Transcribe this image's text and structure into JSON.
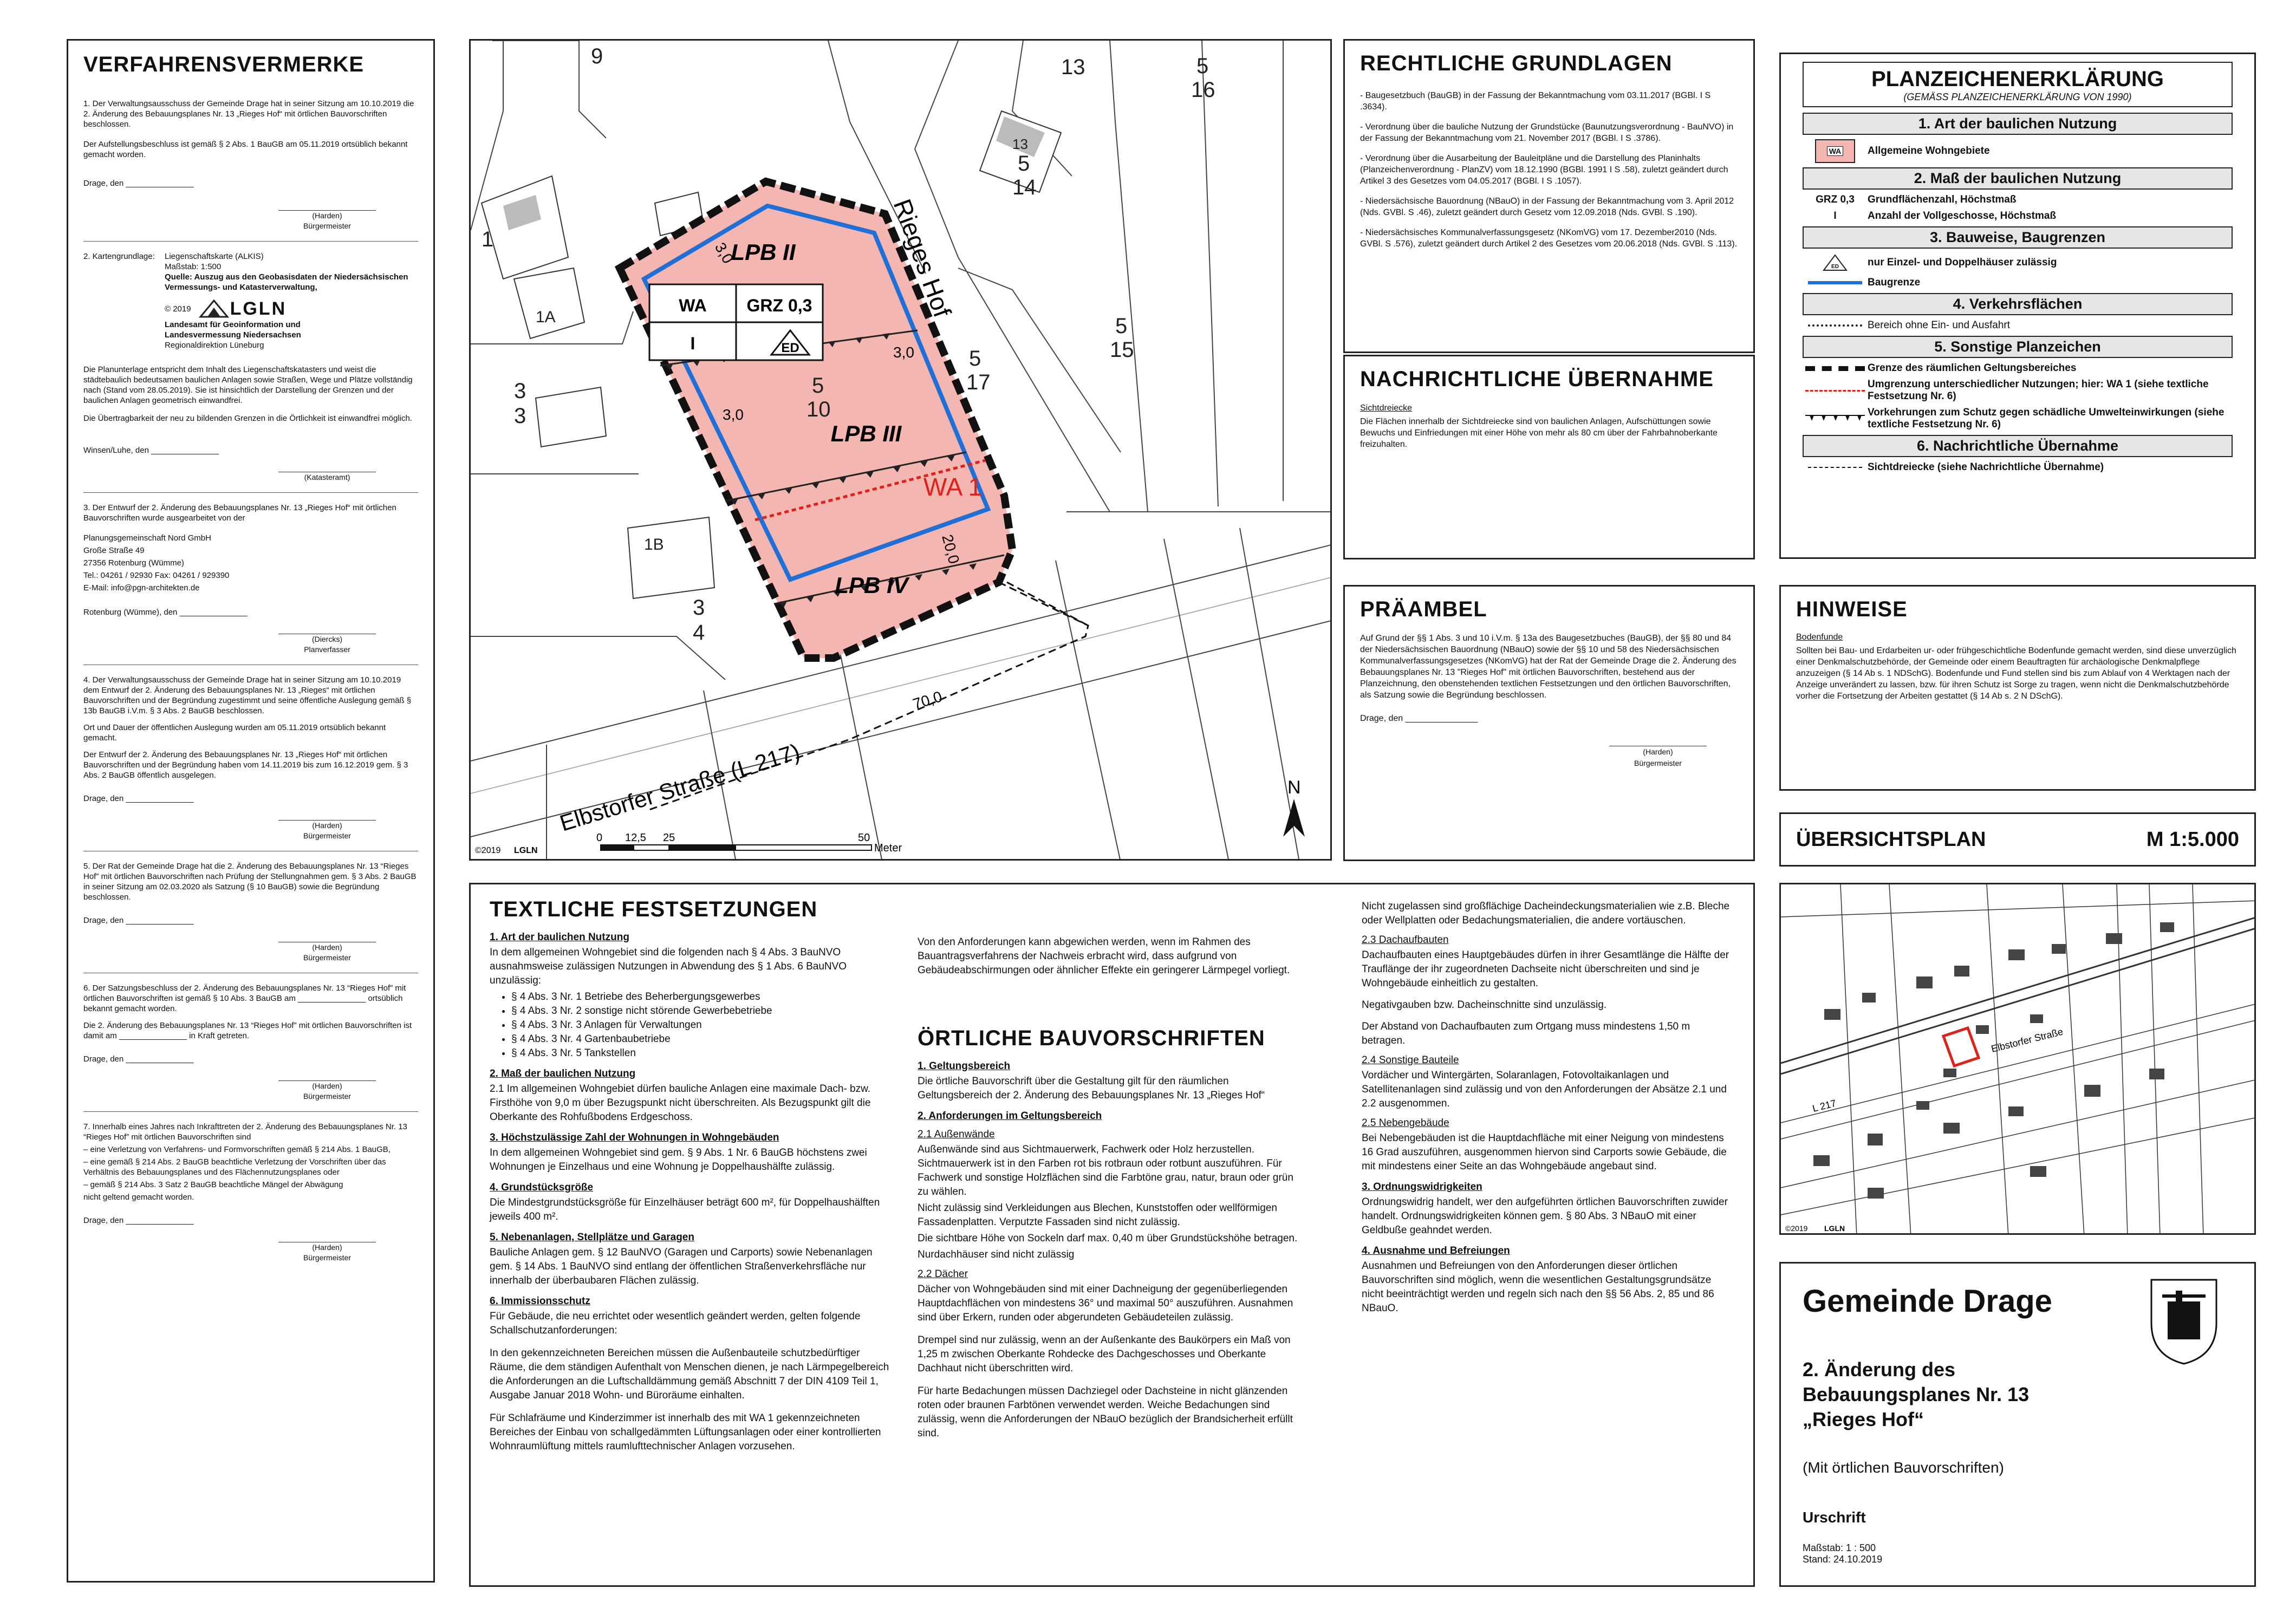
{
  "verfahren": {
    "title": "VERFAHRENSVERMERKE",
    "p1": "1. Der Verwaltungsausschuss der Gemeinde Drage hat in seiner Sitzung am 10.10.2019 die 2. Änderung des Bebauungsplanes Nr. 13 „Rieges Hof“ mit örtlichen Bauvorschriften beschlossen.",
    "p1b": "Der Aufstellungsbeschluss ist gemäß § 2 Abs. 1 BauGB am 05.11.2019 ortsüblich bekannt gemacht worden.",
    "drage_den": "Drage, den _______________",
    "harden": "(Harden)",
    "buergermeister": "Bürgermeister",
    "kg_label": "2. Kartengrundlage:",
    "kg_l1": "Liegenschaftskarte (ALKIS)",
    "kg_l2": "Maßstab: 1:500",
    "kg_l3": "Quelle: Auszug aus den Geobasisdaten der Niedersächsischen Vermessungs- und Katasterverwaltung,",
    "kg_copy": "© 2019",
    "lgln": "LGLN",
    "lgln_l1": "Landesamt für Geoinformation und Landesvermessung Niedersachsen",
    "lgln_l2": "Regionaldirektion Lüneburg",
    "kg_p": "Die Planunterlage entspricht dem Inhalt des Liegenschaftskatasters und weist die städtebaulich bedeutsamen baulichen Anlagen sowie Straßen, Wege und Plätze vollständig nach (Stand vom 28.05.2019). Sie ist hinsichtlich der Darstellung der Grenzen und der baulichen Anlagen geometrisch einwandfrei.",
    "kg_p2": "Die Übertragbarkeit der neu zu bildenden Grenzen in die Örtlichkeit ist einwandfrei möglich.",
    "winsen": "Winsen/Luhe, den _______________",
    "katasteramt": "(Katasteramt)",
    "p3": "3. Der Entwurf der 2. Änderung des Bebauungsplanes Nr. 13 „Rieges Hof“ mit örtlichen Bauvorschriften wurde ausgearbeitet von der",
    "pg1": "Planungsgemeinschaft Nord GmbH",
    "pg2": "Große Straße 49",
    "pg3": "27356 Rotenburg (Wümme)",
    "pg4": "Tel.: 04261 / 92930          Fax: 04261 / 929390",
    "pg5": "E-Mail: info@pgn-architekten.de",
    "rotenburg": "Rotenburg (Wümme), den _______________",
    "diercks": "(Diercks)",
    "planverfasser": "Planverfasser",
    "p4": "4. Der Verwaltungsausschuss der Gemeinde Drage hat in seiner Sitzung am 10.10.2019 dem Entwurf der 2. Änderung des Bebauungsplanes Nr. 13 „Rieges“ mit örtlichen Bauvorschriften und der Begründung zugestimmt und seine öffentliche Auslegung gemäß § 13b BauGB i.V.m. § 3 Abs. 2 BauGB beschlossen.",
    "p4b": "Ort und Dauer der öffentlichen Auslegung wurden am 05.11.2019 ortsüblich bekannt gemacht.",
    "p4c": "Der Entwurf der 2. Änderung des Bebauungsplanes Nr. 13 „Rieges Hof“ mit örtlichen Bauvorschriften und der Begründung haben vom 14.11.2019 bis zum 16.12.2019 gem. § 3 Abs. 2 BauGB öffentlich ausgelegen.",
    "p5": "5. Der Rat der Gemeinde Drage hat die 2. Änderung des Bebauungsplanes Nr. 13 “Rieges Hof” mit örtlichen Bauvorschriften nach Prüfung der Stellungnahmen gem. § 3 Abs. 2 BauGB in seiner Sitzung am 02.03.2020 als Satzung (§ 10 BauGB) sowie die Begründung beschlossen.",
    "p6": "6. Der Satzungsbeschluss der 2. Änderung des Bebauungsplanes Nr. 13 “Rieges Hof” mit örtlichen Bauvorschriften ist gemäß § 10 Abs. 3 BauGB am _______________ ortsüblich bekannt gemacht worden.",
    "p6b": "Die 2. Änderung des Bebauungsplanes Nr. 13 “Rieges Hof” mit örtlichen Bauvorschriften ist damit am _______________ in Kraft getreten.",
    "p7": "7. Innerhalb eines Jahres nach Inkrafttreten der 2. Änderung des Bebauungsplanes Nr. 13 “Rieges Hof” mit örtlichen Bauvorschriften sind",
    "p7a": "–    eine Verletzung von Verfahrens- und Formvorschriften gemäß § 214 Abs. 1 BauGB,",
    "p7b": "–    eine gemäß § 214 Abs. 2 BauGB beachtliche Verletzung der Vorschriften über das Verhältnis des Bebauungsplanes und des Flächennutzungsplanes oder",
    "p7c": "–    gemäß § 214 Abs. 3 Satz 2 BauGB beachtliche Mängel der Abwägung",
    "p7d": "nicht geltend gemacht worden."
  },
  "map": {
    "parcels": [
      "9",
      "13",
      "5",
      "16",
      "5",
      "14",
      "1",
      "1A",
      "13",
      "5",
      "15",
      "3",
      "3",
      "5",
      "10",
      "5",
      "17",
      "1B",
      "3",
      "4"
    ],
    "lpb2": "LPB II",
    "lpb3": "LPB III",
    "lpb4": "LPB IV",
    "wa1": "WA 1",
    "street": "Rieges Hof",
    "street2": "Elbstorfer Straße (L 217)",
    "nutz_wa": "WA",
    "nutz_grz": "GRZ 0,3",
    "nutz_i": "I",
    "nutz_ed": "ED",
    "dim_30a": "3,0",
    "dim_30b": "3,0",
    "dim_30c": "3,0",
    "dim_200": "20,0",
    "dim_700": "70,0",
    "north": "N",
    "copy": "©2019",
    "lgln": "LGLN",
    "scale_0": "0",
    "scale_125": "12,5",
    "scale_25": "25",
    "scale_50": "50",
    "scale_unit": "Meter"
  },
  "recht": {
    "title": "RECHTLICHE GRUNDLAGEN",
    "items": [
      "- Baugesetzbuch (BauGB) in der Fassung der Bekanntmachung vom 03.11.2017 (BGBl. I S .3634).",
      "- Verordnung über die bauliche Nutzung der Grundstücke (Baunutzungsverordnung - BauNVO) in der Fassung der Bekanntmachung vom 21. November 2017 (BGBl. I S .3786).",
      "- Verordnung über die Ausarbeitung der Bauleitpläne und die Darstellung des Planinhalts (Planzeichenverordnung - PlanZV) vom 18.12.1990 (BGBl. 1991 I S .58), zuletzt geändert durch Artikel 3 des Gesetzes vom 04.05.2017 (BGBl. I S .1057).",
      "- Niedersächsische Bauordnung (NBauO) in der Fassung der Bekanntmachung vom 3. April 2012 (Nds. GVBl. S .46), zuletzt geändert durch Gesetz vom 12.09.2018 (Nds. GVBl. S .190).",
      "- Niedersächsisches Kommunalverfassungsgesetz (NKomVG) vom 17. Dezember2010 (Nds. GVBl. S .576), zuletzt geändert durch Artikel 2 des Gesetzes vom 20.06.2018 (Nds. GVBl. S .113)."
    ]
  },
  "nachricht": {
    "title": "NACHRICHTLICHE ÜBERNAHME",
    "sub": "Sichtdreiecke",
    "text": "Die Flächen innerhalb der Sichtdreiecke sind von baulichen Anlagen, Aufschüttungen sowie Bewuchs und Einfriedungen mit einer Höhe von mehr als 80 cm über der Fahrbahnoberkante freizuhalten."
  },
  "praeambel": {
    "title": "PRÄAMBEL",
    "text": "Auf Grund der §§ 1 Abs. 3 und 10 i.V.m. § 13a des Baugesetzbuches (BauGB), der §§ 80 und 84 der Niedersächsischen Bauordnung (NBauO) sowie der §§ 10 und 58 des Niedersächsischen Kommunalverfassungsgesetzes (NKomVG) hat der Rat der Gemeinde Drage die 2. Änderung des Bebauungsplanes Nr. 13 \"Rieges Hof\" mit örtlichen Bauvorschriften, bestehend aus der Planzeichnung, den obenstehenden textlichen Festsetzungen und den örtlichen Bauvorschriften, als Satzung sowie die Begründung beschlossen.",
    "drage": "Drage, den _______________",
    "harden": "(Harden)",
    "bm": "Bürgermeister"
  },
  "legend": {
    "title": "PLANZEICHENERKLÄRUNG",
    "subtitle": "(GEMÄSS PLANZEICHENERKLÄRUNG VON 1990)",
    "h1": "1. Art der baulichen Nutzung",
    "wa_sym": "WA",
    "wa": "Allgemeine Wohngebiete",
    "h2": "2. Maß der baulichen Nutzung",
    "grz_sym": "GRZ 0,3",
    "grz": "Grundflächenzahl, Höchstmaß",
    "i_sym": "I",
    "i": "Anzahl der Vollgeschosse, Höchstmaß",
    "h3": "3. Bauweise, Baugrenzen",
    "ed_sym": "ED",
    "ed": "nur Einzel- und Doppelhäuser zulässig",
    "bg": "Baugrenze",
    "h4": "4. Verkehrsflächen",
    "ein": "Bereich ohne Ein- und Ausfahrt",
    "h5": "5. Sonstige Planzeichen",
    "grenze": "Grenze des räumlichen Geltungsbereiches",
    "umgr": "Umgrenzung unterschiedlicher Nutzungen; hier: WA 1 (siehe textliche Festsetzung Nr. 6)",
    "vork": "Vorkehrungen zum Schutz gegen schädliche Umwelteinwirkungen (siehe textliche Festsetzung Nr. 6)",
    "h6": "6. Nachrichtliche Übernahme",
    "sicht": "Sichtdreiecke (siehe Nachrichtliche Übernahme)"
  },
  "hinweise": {
    "title": "HINWEISE",
    "sub": "Bodenfunde",
    "text": "Sollten bei Bau- und Erdarbeiten ur- oder frühgeschichtliche Bodenfunde gemacht werden, sind diese unverzüglich einer Denkmalschutzbehörde, der Gemeinde oder einem Beauftragten für archäologische Denkmalpflege anzuzeigen (§ 14 Ab s. 1 NDSchG). Bodenfunde und Fund stellen sind bis zum Ablauf von 4 Werktagen nach der Anzeige unverändert zu lassen, bzw. für ihren Schutz ist Sorge zu tragen, wenn nicht die Denkmalschutzbehörde vorher die Fortsetzung der Arbeiten gestattet (§ 14 Ab s. 2 N DSchG)."
  },
  "uebersicht": {
    "title": "ÜBERSICHTSPLAN",
    "scale": "M 1:5.000",
    "copy": "©2019",
    "lgln": "LGLN",
    "street": "Elbstorfer Straße",
    "l217": "L 217"
  },
  "titleblock": {
    "gemeinde": "Gemeinde Drage",
    "l1": "2. Änderung des",
    "l2": "Bebauungsplanes Nr. 13",
    "l3": "„Rieges Hof“",
    "mit": "(Mit örtlichen Bauvorschriften)",
    "urschrift": "Urschrift",
    "massstab": "Maßstab: 1 : 500",
    "stand": "Stand: 24.10.2019"
  },
  "textlich": {
    "title": "TEXTLICHE FESTSETZUNGEN",
    "s1": "1. Art der baulichen Nutzung",
    "s1t": "In dem allgemeinen Wohngebiet sind die folgenden nach § 4 Abs. 3 BauNVO ausnahmsweise zulässigen Nutzungen in Abwendung des § 1 Abs. 6 BauNVO unzulässig:",
    "s1l": [
      "§ 4 Abs. 3 Nr. 1 Betriebe des Beherbergungsgewerbes",
      "§ 4 Abs. 3 Nr. 2 sonstige nicht störende Gewerbebetriebe",
      "§ 4 Abs. 3 Nr. 3 Anlagen für Verwaltungen",
      "§ 4 Abs. 3 Nr. 4 Gartenbaubetriebe",
      "§ 4 Abs. 3 Nr. 5 Tankstellen"
    ],
    "s2": "2. Maß der baulichen Nutzung",
    "s2t": "2.1 Im allgemeinen Wohngebiet dürfen bauliche Anlagen eine maximale Dach- bzw. Firsthöhe von 9,0 m über Bezugspunkt nicht überschreiten. Als Bezugspunkt gilt die Oberkante des Rohfußbodens Erdgeschoss.",
    "s3": "3. Höchstzulässige Zahl der Wohnungen in Wohngebäuden",
    "s3t": "In dem allgemeinen Wohngebiet sind gem. § 9 Abs. 1 Nr. 6 BauGB höchstens zwei Wohnungen je Einzelhaus und eine Wohnung je Doppelhaushälfte zulässig.",
    "s4": "4. Grundstücksgröße",
    "s4t": "Die Mindestgrundstücksgröße für Einzelhäuser beträgt 600 m², für Doppelhaushälften jeweils 400 m².",
    "s5": "5. Nebenanlagen, Stellplätze und Garagen",
    "s5t": "Bauliche Anlagen gem. § 12 BauNVO (Garagen und Carports) sowie Nebenanlagen gem. § 14 Abs. 1 BauNVO sind entlang der öffentlichen Straßenverkehrsfläche nur innerhalb der überbaubaren Flächen zulässig.",
    "s6": "6. Immissionsschutz",
    "s6t1": "Für Gebäude, die neu errichtet oder wesentlich geändert werden, gelten folgende Schallschutzanforderungen:",
    "s6t2": "In den gekennzeichneten Bereichen müssen die Außenbauteile schutzbedürftiger Räume, die dem ständigen Aufenthalt von Menschen dienen, je nach Lärmpegelbereich die Anforderungen an die Luftschalldämmung gemäß Abschnitt 7 der DIN 4109 Teil 1, Ausgabe Januar 2018 Wohn- und Büroräume einhalten.",
    "s6t3": "Für Schlafräume und Kinderzimmer ist innerhalb des mit WA 1 gekennzeichneten Bereiches der Einbau von schallgedämmten Lüftungsanlagen oder einer kontrollierten Wohnraumlüftung mittels raumlufttechnischer Anlagen vorzusehen.",
    "c2top": "Von den Anforderungen kann abgewichen werden, wenn im Rahmen des Bauantragsverfahrens der Nachweis erbracht wird, dass aufgrund von Gebäudeabschirmungen oder ähnlicher Effekte ein geringerer Lärmpegel vorliegt."
  },
  "oertlich": {
    "title": "ÖRTLICHE BAUVORSCHRIFTEN",
    "s1": "1. Geltungsbereich",
    "s1t": "Die örtliche Bauvorschrift über die Gestaltung gilt für den räumlichen Geltungsbereich der 2. Änderung des Bebauungsplanes Nr. 13 „Rieges Hof“",
    "s2": "2. Anforderungen im Geltungsbereich",
    "s21": "2.1 Außenwände",
    "s21t": "Außenwände sind aus Sichtmauerwerk, Fachwerk oder Holz herzustellen. Sichtmauerwerk ist in den Farben rot bis rotbraun oder rotbunt auszuführen. Für Fachwerk und sonstige Holzflächen sind die Farbtöne grau, natur, braun oder grün zu wählen.",
    "s21t2": "Nicht zulässig sind Verkleidungen aus Blechen, Kunststoffen oder wellförmigen Fassadenplatten. Verputzte Fassaden sind nicht zulässig.",
    "s21t3": "Die sichtbare Höhe von Sockeln darf max. 0,40 m über Grundstückshöhe betragen.",
    "s21t4": "Nurdachhäuser sind nicht zulässig",
    "s22": "2.2 Dächer",
    "s22t": "Dächer von Wohngebäuden sind mit einer Dachneigung der gegenüberliegenden Hauptdachflächen von mindestens 36° und maximal 50° auszuführen. Ausnahmen sind über Erkern, runden oder abgerundeten Gebäudeteilen zulässig.",
    "s22t2": "Drempel sind nur zulässig, wenn an der Außenkante des Baukörpers ein Maß von 1,25 m zwischen Oberkante Rohdecke des Dachgeschosses und Oberkante Dachhaut nicht überschritten wird.",
    "s22t3": "Für harte Bedachungen müssen Dachziegel oder Dachsteine in nicht glänzenden roten oder braunen Farbtönen verwendet werden. Weiche Bedachungen sind zulässig, wenn die Anforderungen der NBauO bezüglich der Brandsicherheit erfüllt sind.",
    "c3a": "Nicht zugelassen sind großflächige Dacheindeckungsmaterialien wie z.B. Bleche oder Wellplatten oder Bedachungsmaterialien, die andere vortäuschen.",
    "s23": "2.3 Dachaufbauten",
    "s23t": "Dachaufbauten eines Hauptgebäudes dürfen in ihrer Gesamtlänge die Hälfte der Trauflänge der ihr zugeordneten Dachseite nicht überschreiten und sind je Wohngebäude einheitlich zu gestalten.",
    "s23t2": "Negativgauben bzw. Dacheinschnitte sind unzulässig.",
    "s23t3": "Der Abstand von Dachaufbauten zum Ortgang muss mindestens 1,50 m betragen.",
    "s24": "2.4 Sonstige Bauteile",
    "s24t": "Vordächer und Wintergärten, Solaranlagen, Fotovoltaikanlagen und Satellitenanlagen sind zulässig und von den Anforderungen der Absätze 2.1 und 2.2 ausgenommen.",
    "s25": "2.5 Nebengebäude",
    "s25t": "Bei Nebengebäuden ist die Hauptdachfläche mit einer Neigung von mindestens 16 Grad auszuführen, ausgenommen hiervon sind Carports sowie Gebäude, die mit mindestens einer Seite an das Wohngebäude angebaut sind.",
    "s3": "3. Ordnungswidrigkeiten",
    "s3t": "Ordnungswidrig handelt, wer den aufgeführten örtlichen Bauvorschriften zuwider handelt. Ordnungswidrigkeiten können gem. § 80 Abs. 3 NBauO mit einer Geldbuße geahndet werden.",
    "s4": "4. Ausnahme und Befreiungen",
    "s4t": "Ausnahmen und Befreiungen von den Anforderungen dieser örtlichen Bauvorschriften sind möglich, wenn die wesentlichen Gestaltungsgrundsätze nicht beeinträchtigt werden und regeln sich nach den §§ 56 Abs. 2, 85 und 86 NBauO."
  },
  "colors": {
    "wa_fill": "#f4b6b0",
    "baugrenze": "#1f6fd6",
    "wa1_red": "#e0201b"
  }
}
